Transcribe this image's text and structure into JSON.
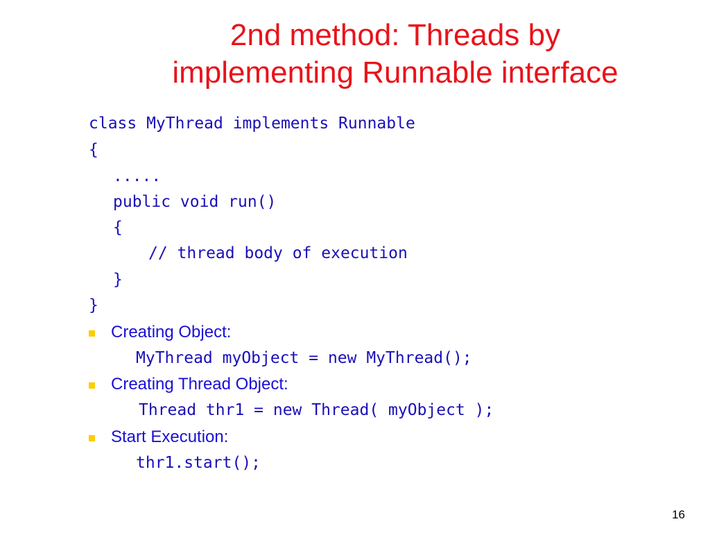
{
  "slide": {
    "title_line1": "2nd method: Threads by",
    "title_line2": "implementing Runnable interface",
    "class_code": [
      "class MyThread implements Runnable",
      "{",
      ".....",
      "public void run()",
      "{",
      "// thread body of execution",
      "}",
      "}"
    ],
    "bullets": [
      {
        "label": "Creating Object:",
        "code": "MyThread myObject = new MyThread();"
      },
      {
        "label": "Creating Thread Object:",
        "code": "Thread thr1 = new Thread( myObject );"
      },
      {
        "label": "Start Execution:",
        "code": "thr1.start();"
      }
    ],
    "page_number": "16"
  },
  "colors": {
    "title": "#e8131b",
    "code": "#1a10b8",
    "bullet_text": "#1a10d6",
    "bullet_marker": "#ffcc00"
  }
}
